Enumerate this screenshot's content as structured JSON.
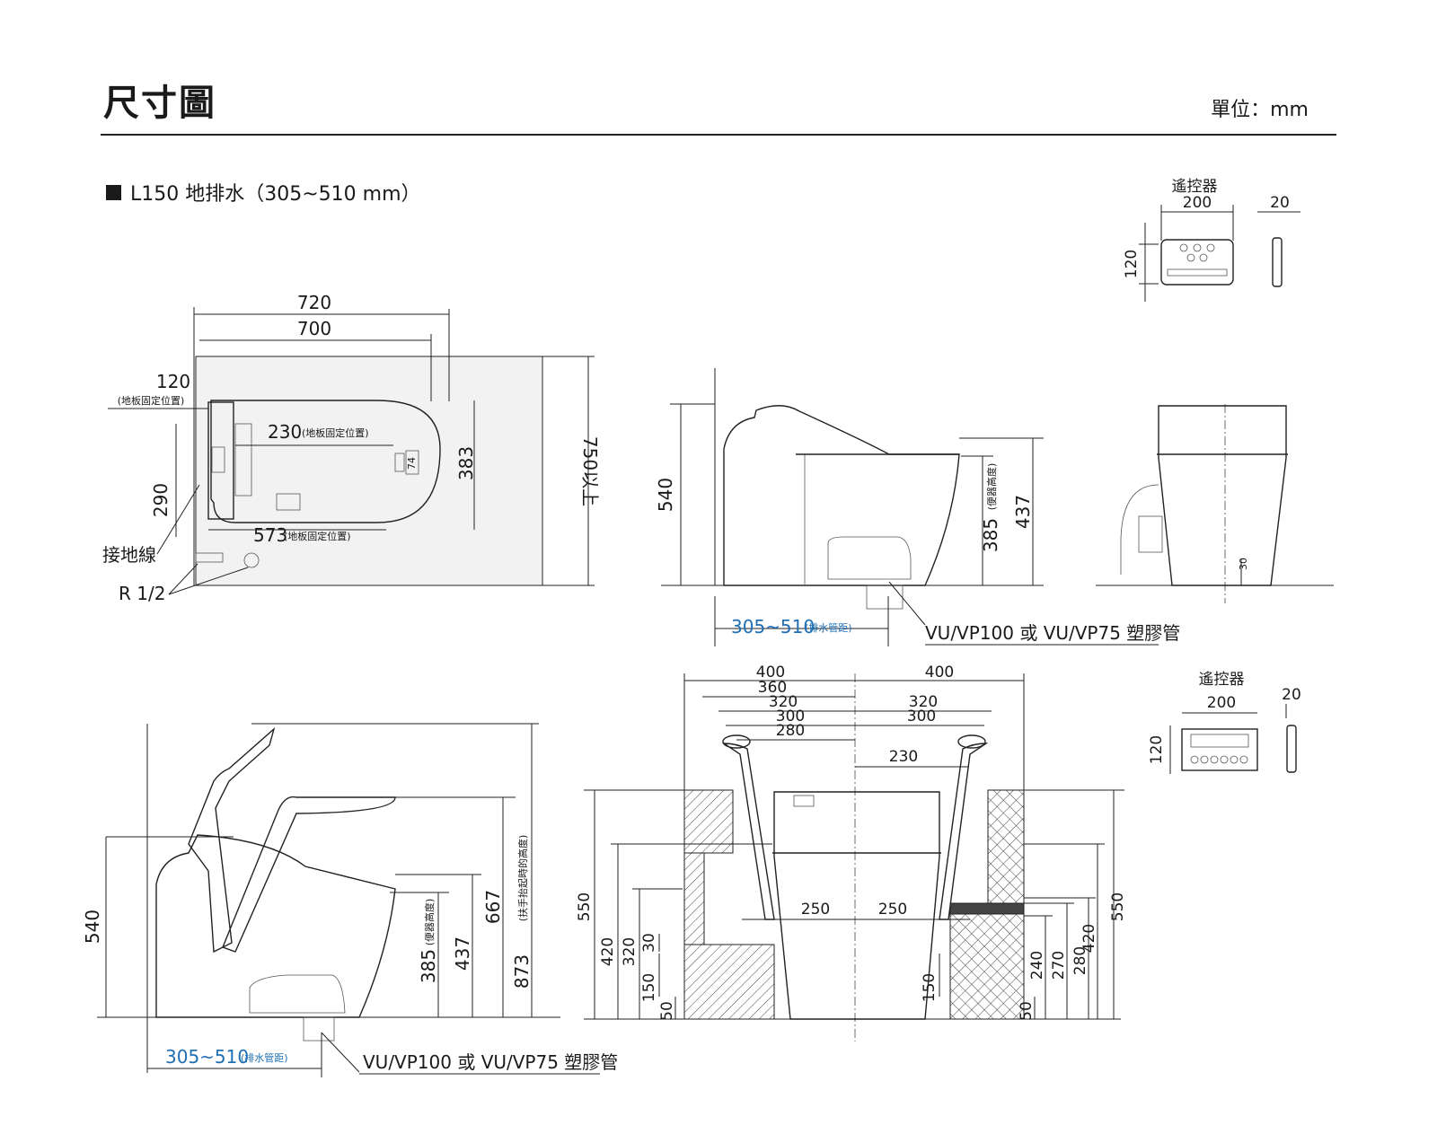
{
  "header": {
    "title": "尺寸圖",
    "unit": "單位：mm"
  },
  "section": {
    "label": "L150 地排水（305~510 mm）"
  },
  "remote_top": {
    "label": "遙控器",
    "width": "200",
    "depth": "20",
    "height": "120"
  },
  "remote_bottom": {
    "label": "遙控器",
    "width": "200",
    "depth": "20",
    "height": "120"
  },
  "top_view": {
    "w720": "720",
    "w700": "700",
    "d120": "120",
    "floor_fix": "(地板固定位置)",
    "d230": "230",
    "d230_note": "(地板固定位置)",
    "d74": "74",
    "d383": "383",
    "d290": "290",
    "d573": "573",
    "d573_note": "(地板固定位置)",
    "clearance": "750以上",
    "ground_wire": "接地線",
    "r12": "R 1/2"
  },
  "side_view": {
    "h540": "540",
    "h385": "385",
    "h385_note": "(便器高度)",
    "h437": "437",
    "drain": "305~510",
    "drain_note": "(排水管距)",
    "pipe": "VU/VP100 或 VU/VP75 塑膠管"
  },
  "front_view": {
    "h30": "30"
  },
  "armrest_side": {
    "h540": "540",
    "h385": "385",
    "h385_note": "(便器高度)",
    "h437": "437",
    "h667": "667",
    "h873": "873",
    "h873_note": "(扶手抬起時的高度)",
    "drain": "305~510",
    "drain_note": "(排水管距)",
    "pipe": "VU/VP100 或 VU/VP75 塑膠管"
  },
  "armrest_front": {
    "w400l": "400",
    "w400r": "400",
    "w360": "360",
    "w320l": "320",
    "w320r": "320",
    "w300l": "300",
    "w300r": "300",
    "w280": "280",
    "w230": "230",
    "w250l": "250",
    "w250r": "250",
    "h550l": "550",
    "h420l": "420",
    "h320": "320",
    "h30": "30",
    "h150l": "150",
    "h50l": "50",
    "h150r": "150",
    "h50r": "50",
    "h240": "240",
    "h270": "270",
    "h280": "280",
    "h420r": "420",
    "h550r": "550"
  }
}
